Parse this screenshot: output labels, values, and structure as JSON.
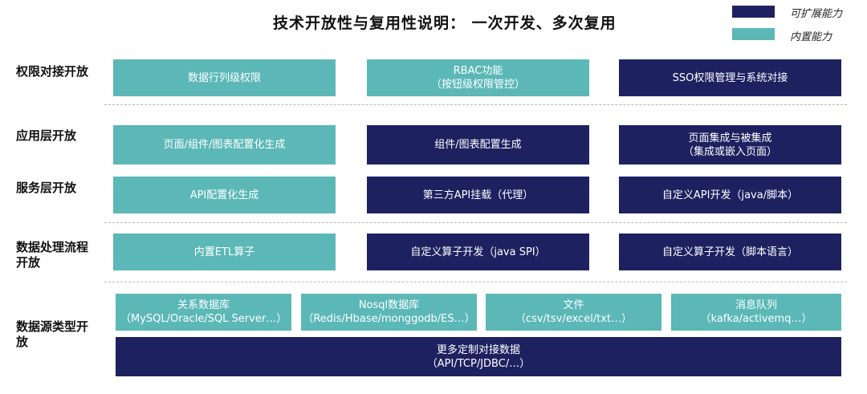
{
  "title": "技术开放性与复用性说明： 一次开发、多次复用",
  "legend": [
    {
      "label": "可扩展能力",
      "color": "#1e2160"
    },
    {
      "label": "内置能力",
      "color": "#5bb8b7"
    }
  ],
  "rows": [
    {
      "label": "权限对接开放",
      "boxes": [
        {
          "text": "数据行列级权限",
          "type": "内置能力"
        },
        {
          "text": "RBAC功能\n（按钮级权限管控）",
          "type": "内置能力"
        },
        {
          "text": "SSO权限管理与系统对接",
          "type": "可扩展能力"
        }
      ]
    },
    {
      "label": "应用层开放",
      "boxes": [
        {
          "text": "页面/组件/图表配置化生成",
          "type": "内置能力"
        },
        {
          "text": "组件/图表配置生成",
          "type": "可扩展能力"
        },
        {
          "text": "页面集成与被集成\n（集成或嵌入页面）",
          "type": "可扩展能力"
        }
      ]
    },
    {
      "label": "服务层开放",
      "boxes": [
        {
          "text": "API配置化生成",
          "type": "内置能力"
        },
        {
          "text": "第三方API挂载（代理）",
          "type": "可扩展能力"
        },
        {
          "text": "自定义API开发（java/脚本）",
          "type": "可扩展能力"
        }
      ]
    },
    {
      "label": "数据处理流程开放",
      "boxes": [
        {
          "text": "内置ETL算子",
          "type": "内置能力"
        },
        {
          "text": "自定义算子开发（java SPI）",
          "type": "可扩展能力"
        },
        {
          "text": "自定义算子开发（脚本语言）",
          "type": "可扩展能力"
        }
      ]
    },
    {
      "label": "数据源类型开放",
      "boxes": [
        {
          "text": "关系数据库\n（MySQL/Oracle/SQL Server…）",
          "type": "内置能力"
        },
        {
          "text": "Nosql数据库\n（Redis/Hbase/monggodb/ES…）",
          "type": "内置能力"
        },
        {
          "text": "文件\n（csv/tsv/excel/txt…）",
          "type": "内置能力"
        },
        {
          "text": "消息队列\n（kafka/activemq…）",
          "type": "内置能力"
        },
        {
          "text": "更多定制对接数据\n（API/TCP/JDBC/…）",
          "type": "可扩展能力"
        }
      ]
    }
  ]
}
